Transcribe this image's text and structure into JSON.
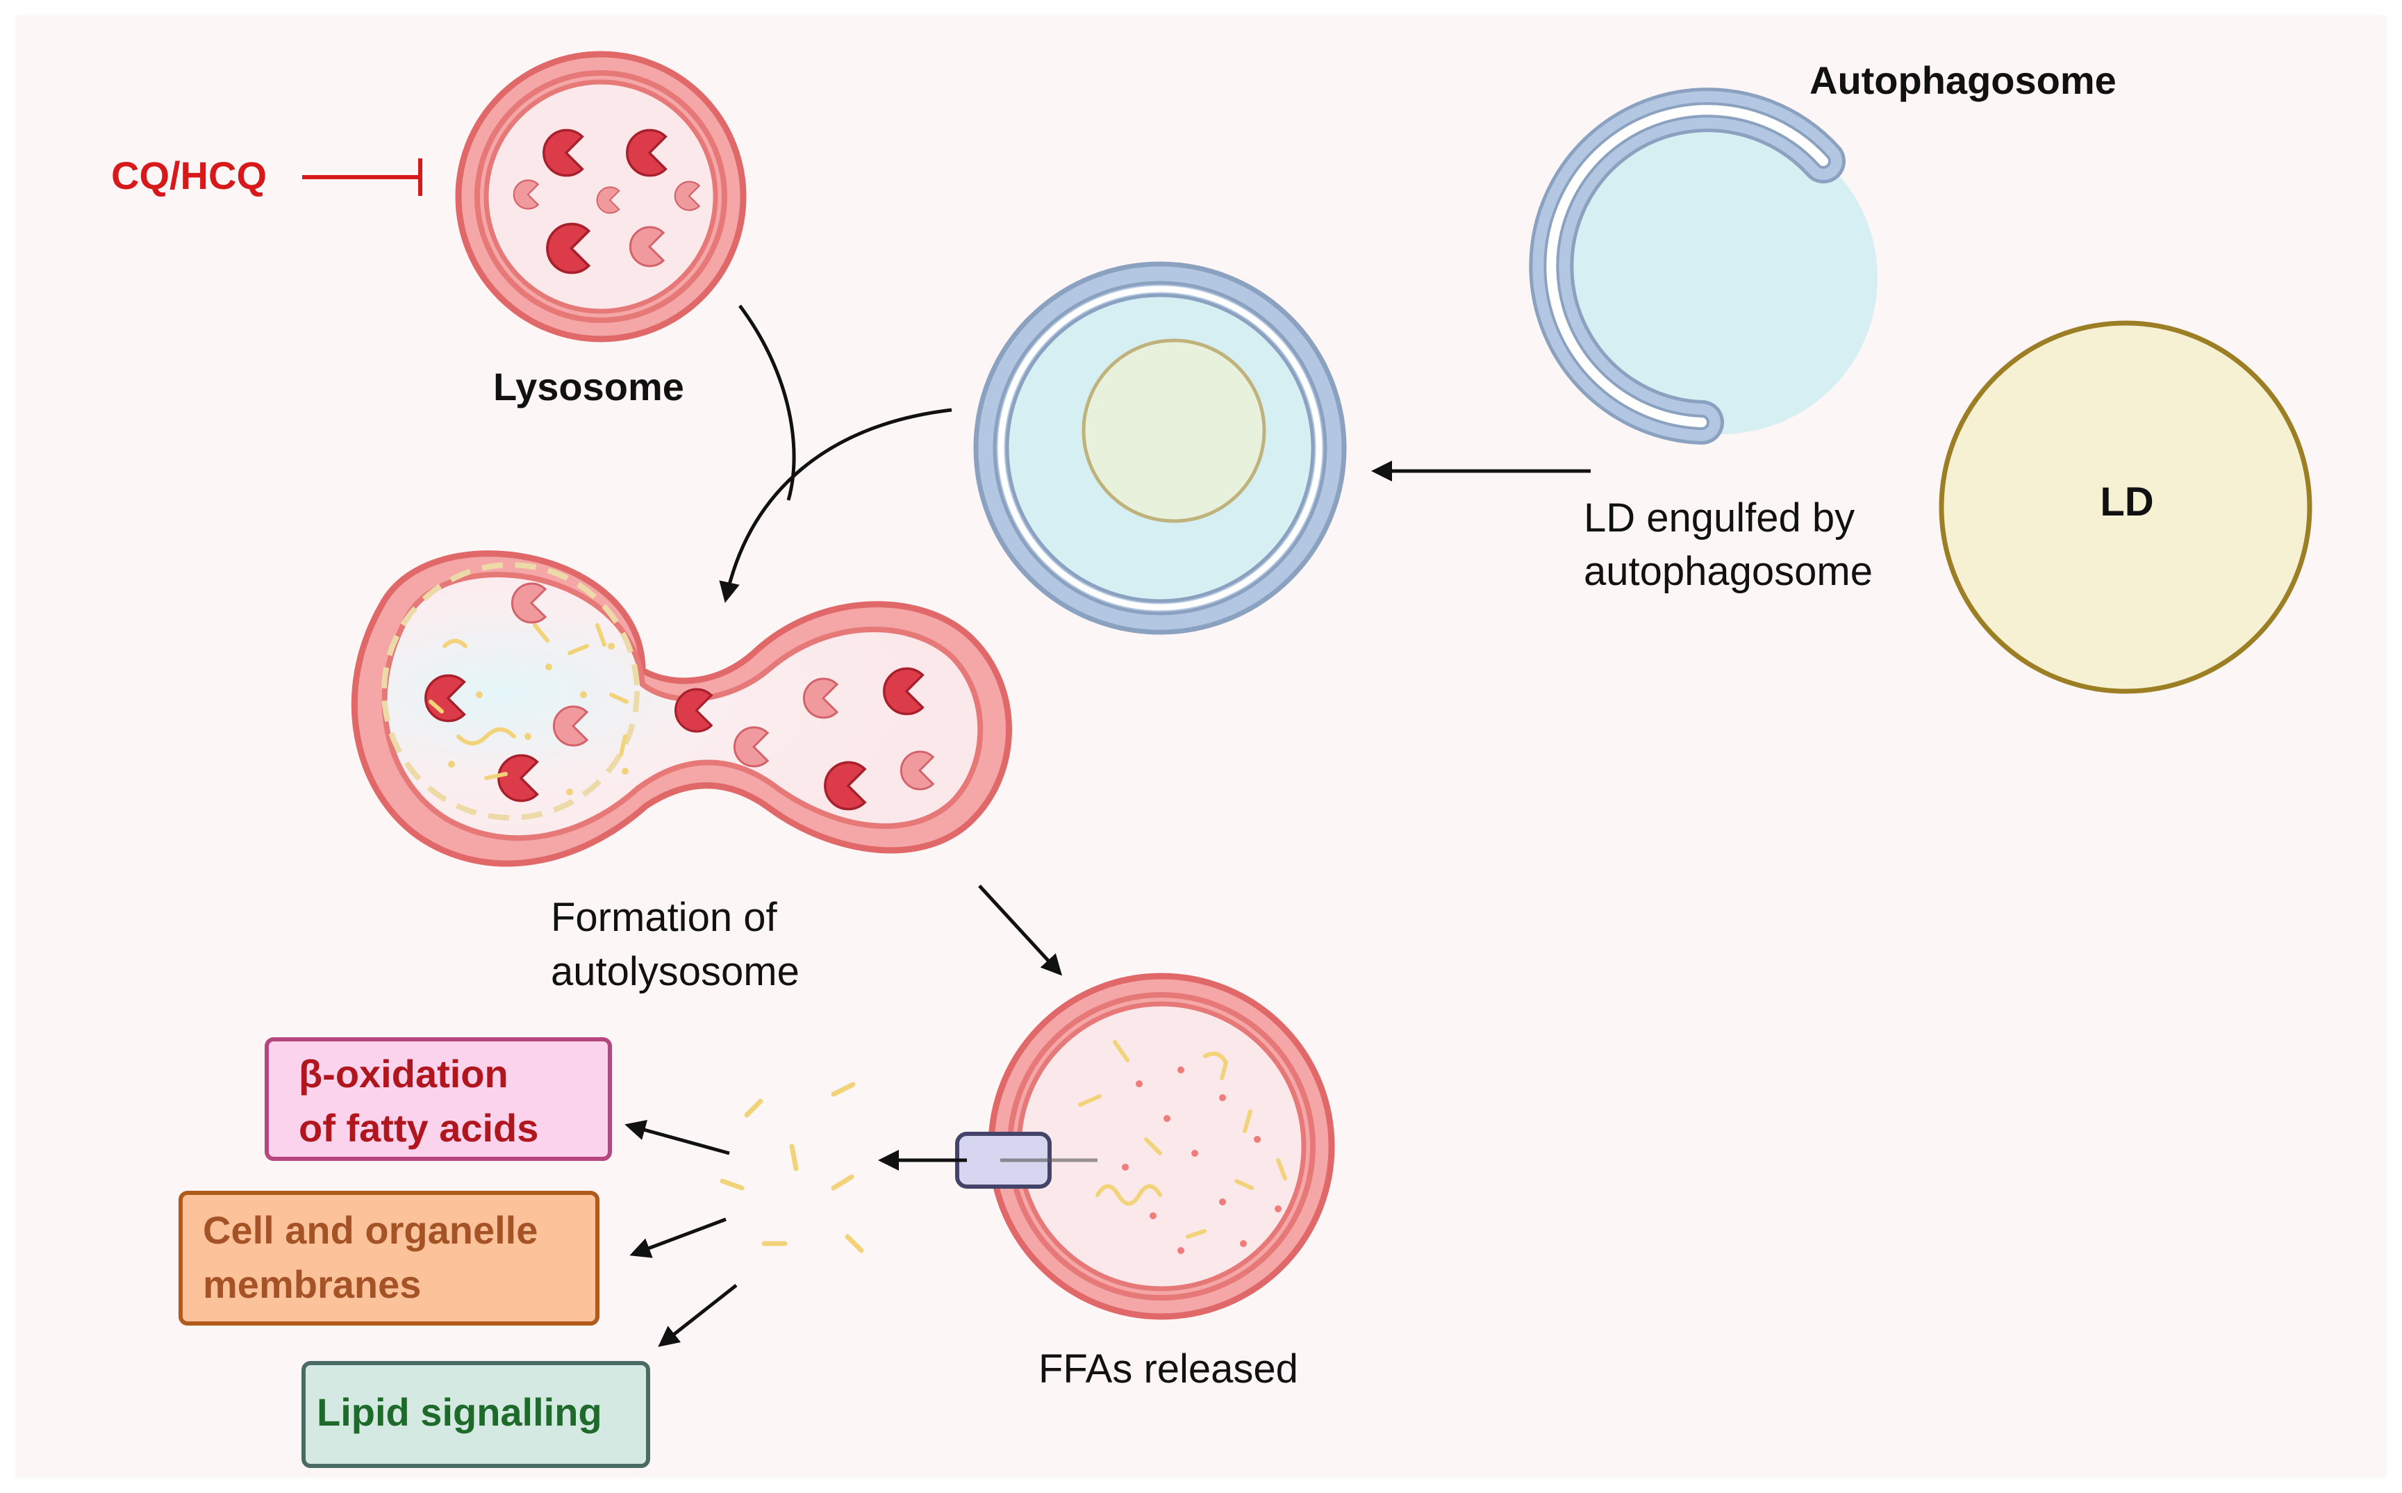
{
  "labels": {
    "inhibitor": "CQ/HCQ",
    "lysosome": "Lysosome",
    "autophagosome": "Autophagosome",
    "ld": "LD",
    "engulf_line1": "LD engulfed by",
    "engulf_line2": "autophagosome",
    "formation_line1": "Formation of",
    "formation_line2": "autolysosome",
    "ffas": "FFAs released"
  },
  "outcomes": [
    {
      "line1": "β-oxidation",
      "line2": "of fatty acids"
    },
    {
      "line1": "Cell and organelle",
      "line2": "membranes"
    },
    {
      "line1": "Lipid signalling",
      "line2": ""
    }
  ],
  "colors": {
    "background": "#fdf6f6",
    "lysosome_membrane": "#e67878",
    "lysosome_inner": "#f5a6a6",
    "lysosome_lumen": "#fbe8ea",
    "enzyme_dark": "#dc3c4a",
    "enzyme_light": "#f09a9e",
    "autophagosome_membrane": "#b3c7e2",
    "autophagosome_edge": "#8aa1c0",
    "autophagosome_lumen": "#d6eff2",
    "ld_fill": "#f5f1d2",
    "ld_stroke": "#9c7e25",
    "fatty_acid": "#f2d37a",
    "inhibitor_red": "#d7191c",
    "box1_fill": "#fbd3ec",
    "box1_stroke": "#b5477e",
    "box1_text": "#b0161e",
    "box2_fill": "#fcc29a",
    "box2_stroke": "#b05a1c",
    "box2_text": "#a55226",
    "box3_fill": "#d4e9e2",
    "box3_stroke": "#4a6b63",
    "box3_text": "#1e6a2a",
    "transporter": "#d6d6f0"
  }
}
